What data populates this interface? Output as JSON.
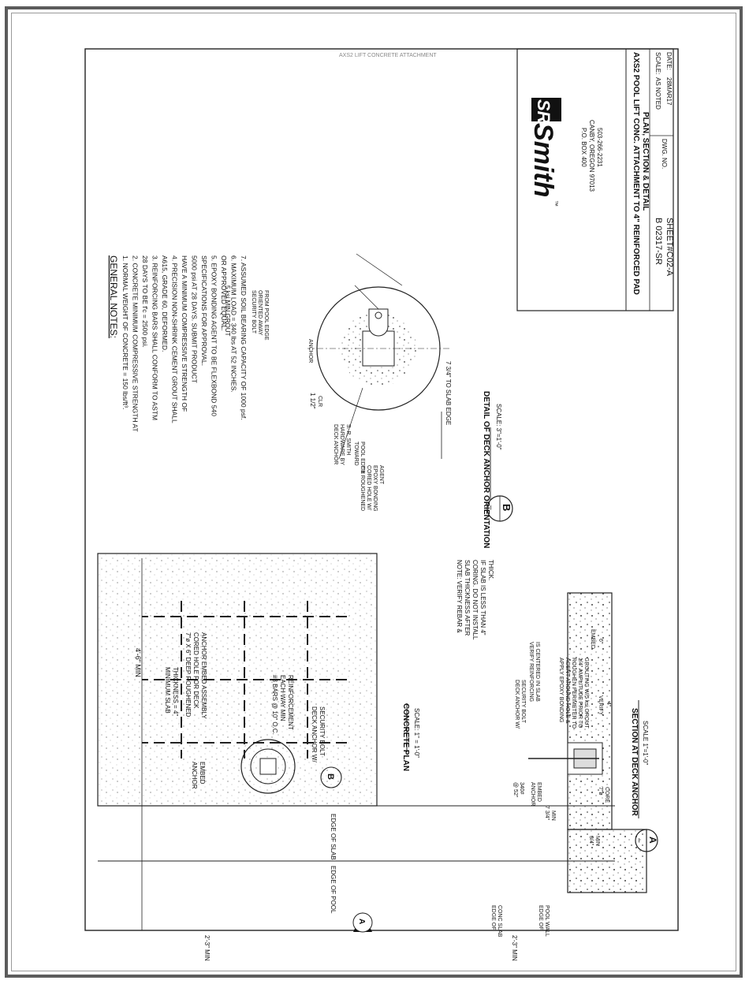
{
  "notes": {
    "heading": "GENERAL NOTES:",
    "items": [
      "1.  NORMAL WEIGHT OF CONCRETE = 150 lbs/ft³.",
      "2.  CONCRETE MINIMUM COMPRESSIVE STRENGTH AT",
      "     28 DAYS TO BE f'c = 2500 psi.",
      "3.  REINFORCING BARS SHALL CONFORM TO ASTM",
      "     A615, GRADE 60, DEFORMED.",
      "4.  PRECISION NON-SHRINK CEMENT GROUT SHALL",
      "     HAVE A MINIMUM COMPRESSIVE STRENGTH OF",
      "     5000 psi AT 28 DAYS. SUBMIT PRODUCT",
      "     SPECIFICATIONS FOR APPROVAL.",
      "5.  EPOXY BONDING AGENT TO BE FLEXBOND 540",
      "     OR APPROVED EQUAL.",
      "6.  MAXIMUM LOAD = 340 lbs AT 52 INCHES.",
      "7.  ASSUMED SOIL BEARING CAPACITY OF 1000 psf."
    ]
  },
  "title_block": {
    "logo_sr": "SR",
    "logo_smith": "Smith",
    "logo_tm": "™",
    "address1": "P.O. BOX 400",
    "address2": "CANBY, OREGON 97013",
    "phone": "503-266-2231",
    "title1": "AXS2 POOL LIFT CONC. ATTACHMENT TO 4\" REINFORCED PAD",
    "title2": "PLAN, SECTION & DETAIL",
    "scale_label": "SCALE:",
    "scale_value": "AS NOTED",
    "date_label": "DATE:",
    "date_value": "28MAR17",
    "dwg_label": "DWG. NO.",
    "dwg_value": "B 02317-SR",
    "sheet_value": "SHEET#C02-A"
  },
  "detail_b": {
    "title": "DETAIL OF DECK ANCHOR ORIENTATION",
    "scale": "SCALE: 3\"=1'-0\"",
    "tag": "B",
    "tag_sub": "–",
    "grout": "5 ksi MIN GROUT",
    "anchor": "ANCHOR",
    "security1": "SECURITY BOLT",
    "security2": "ORIENTED AWAY",
    "security3": "FROM POOL EDGE",
    "clr1": "1 1/2\"",
    "clr2": "CLR",
    "hw1": "DECK ANCHOR",
    "hw2": "HARDWARE BY",
    "hw3": "S. R. SMITH",
    "toward1": "TOWARD",
    "toward2": "POOL EDGE",
    "cored1": "7\"ø ROUGHENED",
    "cored2": "CORED HOLE W/",
    "cored3": "EPOXY BONDING",
    "cored4": "AGENT",
    "dim": "7 3/4\" TO SLAB EDGE"
  },
  "plan": {
    "title": "CONCRETE PLAN",
    "scale": "SCALE: 1\" = 1'-0\"",
    "dim_top": "4'-6\" MIN",
    "dim_left1": "2'-3\" MIN",
    "dim_left2": "2'-3\" MIN",
    "slab1": "MINIMUM SLAB",
    "slab2": "THICKNESS = 4\"",
    "core1": "7\"ø X 6\" DEEP ROUGHENED",
    "core2": "CORED HOLE FOR DECK",
    "core3": "ANCHOR EMBED ASSEMBLY",
    "bars1": "#3 BARS @ 10\" O.C.",
    "bars2": "EACH WAY MIN",
    "bars3": "REINFORCEMENT",
    "da1": "DECK ANCHOR W/",
    "da2": "SECURITY BOLT",
    "anchor1": "ANCHOR",
    "anchor2": "EMBED",
    "edge_slab": "EDGE OF SLAB",
    "edge_pool": "EDGE OF POOL",
    "tag_a": "A",
    "tag_b": "B"
  },
  "note": {
    "l1": "NOTE: VERIFY REBAR &",
    "l2": "SLAB THICKNESS AFTER",
    "l3": "CORING. DO NOT INSTALL",
    "l4": "IF SLAB IS LESS THAN 4\"",
    "l5": "THICK."
  },
  "section_a": {
    "title": "SECTION AT DECK ANCHOR",
    "scale": "SCALE 1\"=1'-0\"",
    "tag": "A",
    "tag_sub": "–",
    "da1": "DECK ANCHOR W/",
    "da2": "SECURITY BOLT",
    "vr1": "VERIFY REINFORCING",
    "vr2": "IS CENTERED IN SLAB",
    "epoxy1": "APPLY EPOXY BONDING",
    "epoxy2": "AGENT AROUND HOLE &",
    "epoxy3": "ROUGHEN PERIMETER TO",
    "epoxy4": "1/4\" AMPLITUDE PRIOR TO",
    "epoxy5": "GROUTING W/5 ksi GROUT",
    "embed": "EMBED",
    "embed_dim": "6\"",
    "verify": "VERIFY",
    "four": "4\"",
    "core": "7\"ø",
    "core2": "CORE",
    "anchor1": "ANCHOR",
    "anchor2": "EMBED",
    "load1": "340#",
    "load2": "@ 52\"",
    "min1": "7 3/4\"",
    "min2": "MIN",
    "min3": "3/4\"",
    "min4": "MIN",
    "edge_conc1": "EDGE OF",
    "edge_conc2": "CONC SLAB",
    "edge_pool1": "EDGE OF",
    "edge_pool2": "POOL WALL"
  },
  "top_strip": "AXS2 LIFT CONCRETE ATTACHMENT"
}
